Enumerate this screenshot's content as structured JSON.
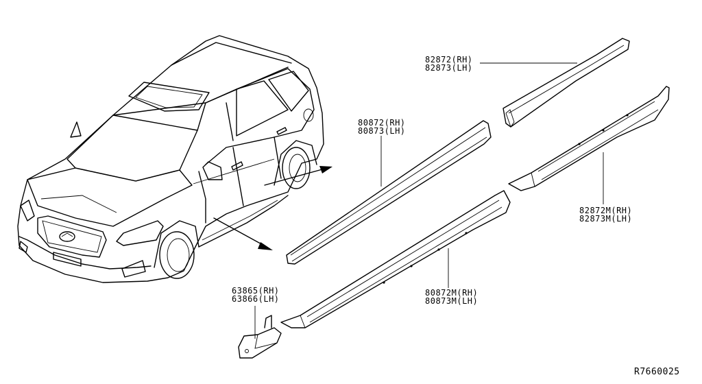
{
  "parts": [
    {
      "id": "roof_rail_upper",
      "codes": [
        "82872(RH)",
        "82873(LH)"
      ]
    },
    {
      "id": "belt_molding",
      "codes": [
        "80872(RH)",
        "80873(LH)"
      ]
    },
    {
      "id": "rear_sill_molding",
      "codes": [
        "82872M(RH)",
        "82873M(LH)"
      ]
    },
    {
      "id": "front_sill_molding",
      "codes": [
        "80872M(RH)",
        "80873M(LH)"
      ]
    },
    {
      "id": "mudguard",
      "codes": [
        "63865(RH)",
        "63866(LH)"
      ]
    }
  ],
  "diagram_ref": "R7660025"
}
